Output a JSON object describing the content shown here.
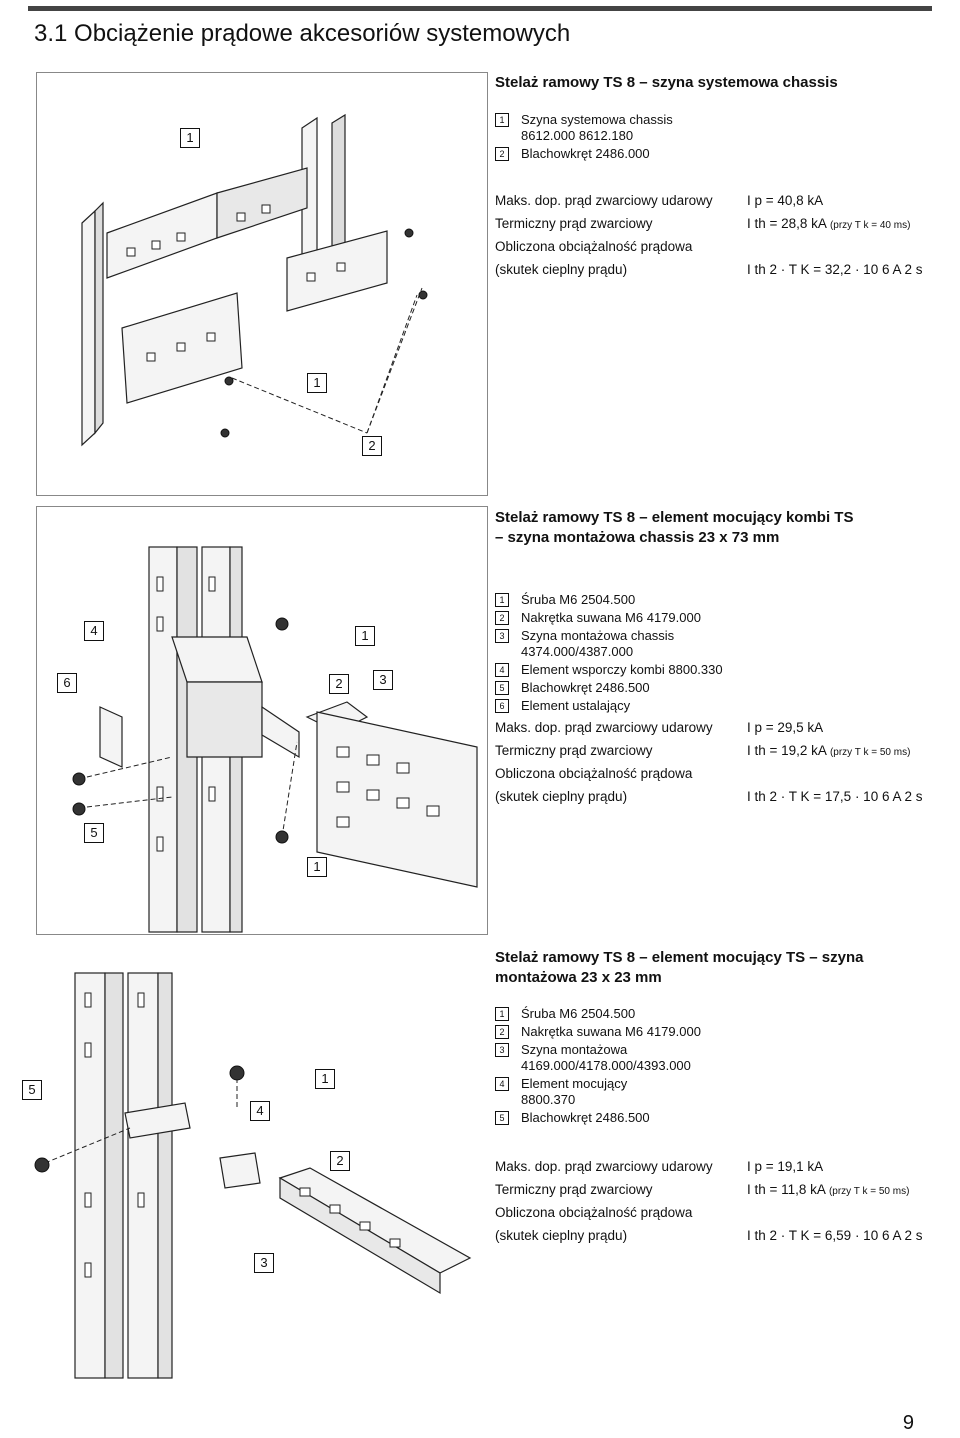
{
  "heading": "3.1 Obciążenie prądowe akcesoriów systemowych",
  "sections": [
    {
      "title": "Stelaż ramowy TS 8 – szyna systemowa chassis",
      "title2": "",
      "callouts": [
        "1",
        "1",
        "2"
      ],
      "legend": [
        {
          "n": "1",
          "lines": [
            "Szyna systemowa chassis",
            "8612.000 8612.180"
          ]
        },
        {
          "n": "2",
          "lines": [
            "Blachowkręt 2486.000"
          ]
        }
      ],
      "specs": {
        "peak_label": "Maks. dop. prąd zwarciowy udarowy",
        "peak_value": "I p = 40,8 kA",
        "thermal_label": "Termiczny prąd zwarciowy",
        "thermal_value": "I th = 28,8 kA",
        "thermal_note": "(przy T k = 40 ms)",
        "calc_label": "Obliczona obciążalność prądowa",
        "joule_label": "(skutek cieplny prądu)",
        "joule_value": "I th 2 · T K = 32,2 · 10 6 A 2 s"
      }
    },
    {
      "title": "Stelaż ramowy TS 8 – element mocujący kombi TS",
      "title2": "– szyna montażowa chassis 23 x 73 mm",
      "callouts": [
        "4",
        "6",
        "1",
        "2",
        "3",
        "5",
        "1"
      ],
      "legend": [
        {
          "n": "1",
          "lines": [
            "Śruba M6 2504.500"
          ]
        },
        {
          "n": "2",
          "lines": [
            "Nakrętka suwana M6 4179.000"
          ]
        },
        {
          "n": "3",
          "lines": [
            "Szyna montażowa chassis",
            "4374.000/4387.000"
          ]
        },
        {
          "n": "4",
          "lines": [
            "Element wsporczy kombi 8800.330"
          ]
        },
        {
          "n": "5",
          "lines": [
            "Blachowkręt 2486.500"
          ]
        },
        {
          "n": "6",
          "lines": [
            "Element ustalający"
          ]
        }
      ],
      "specs": {
        "peak_label": "Maks. dop. prąd zwarciowy udarowy",
        "peak_value": "I p = 29,5 kA",
        "thermal_label": "Termiczny prąd zwarciowy",
        "thermal_value": "I th = 19,2 kA",
        "thermal_note": "(przy T k = 50 ms)",
        "calc_label": "Obliczona obciążalność prądowa",
        "joule_label": "(skutek cieplny prądu)",
        "joule_value": "I th 2 · T K = 17,5 · 10 6 A 2 s"
      }
    },
    {
      "title": "Stelaż ramowy TS 8 – element mocujący TS – szyna",
      "title2": "montażowa 23 x 23 mm",
      "callouts": [
        "1",
        "5",
        "4",
        "2",
        "3"
      ],
      "legend": [
        {
          "n": "1",
          "lines": [
            "Śruba M6 2504.500"
          ]
        },
        {
          "n": "2",
          "lines": [
            "Nakrętka suwana M6 4179.000"
          ]
        },
        {
          "n": "3",
          "lines": [
            "Szyna montażowa",
            "4169.000/4178.000/4393.000"
          ]
        },
        {
          "n": "4",
          "lines": [
            "Element mocujący",
            "8800.370"
          ]
        },
        {
          "n": "5",
          "lines": [
            "Blachowkręt 2486.500"
          ]
        }
      ],
      "specs": {
        "peak_label": "Maks. dop. prąd zwarciowy udarowy",
        "peak_value": "I p = 19,1 kA",
        "thermal_label": "Termiczny prąd zwarciowy",
        "thermal_value": "I th = 11,8 kA",
        "thermal_note": "(przy T k = 50 ms)",
        "calc_label": "Obliczona obciążalność prądowa",
        "joule_label": "(skutek cieplny prądu)",
        "joule_value": "I th 2 · T K = 6,59 · 10 6 A 2 s"
      }
    }
  ],
  "page_number": "9"
}
